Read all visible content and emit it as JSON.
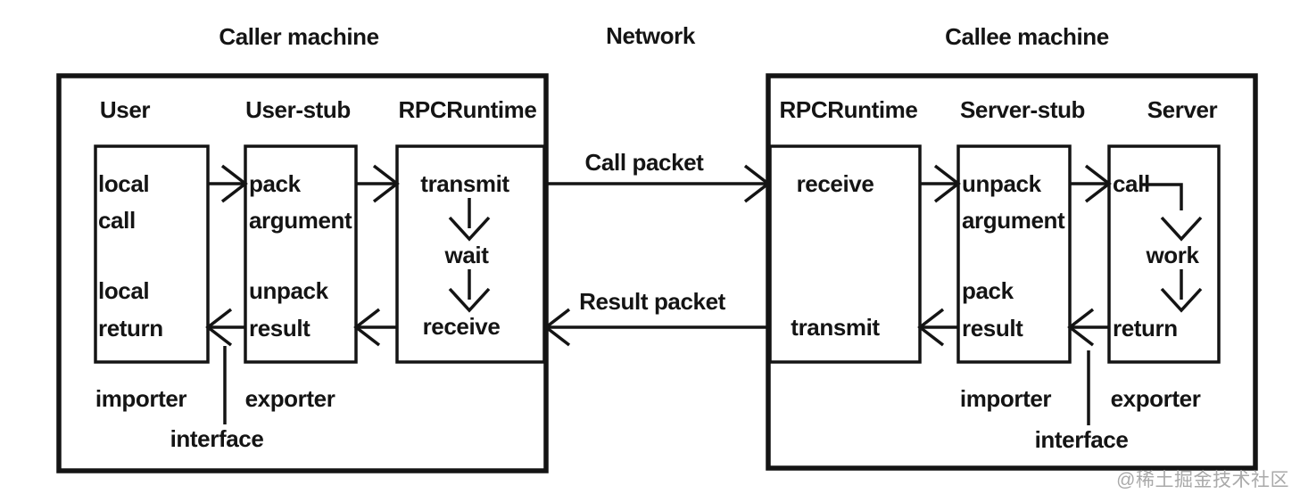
{
  "titles": {
    "caller_machine": "Caller machine",
    "network": "Network",
    "callee_machine": "Callee machine"
  },
  "caller": {
    "headers": {
      "user": "User",
      "user_stub": "User-stub",
      "rpc_runtime": "RPCRuntime"
    },
    "user_box": {
      "top_line1": "local",
      "top_line2": "call",
      "bottom_line1": "local",
      "bottom_line2": "return"
    },
    "user_stub_box": {
      "top_line1": "pack",
      "top_line2": "argument",
      "bottom_line1": "unpack",
      "bottom_line2": "result"
    },
    "rpc_box": {
      "step1": "transmit",
      "step2": "wait",
      "step3": "receive"
    },
    "labels": {
      "importer": "importer",
      "exporter": "exporter",
      "interface": "interface"
    }
  },
  "network": {
    "call_packet": "Call packet",
    "result_packet": "Result packet"
  },
  "callee": {
    "headers": {
      "rpc_runtime": "RPCRuntime",
      "server_stub": "Server-stub",
      "server": "Server"
    },
    "rpc_box": {
      "top": "receive",
      "bottom": "transmit"
    },
    "server_stub_box": {
      "top_line1": "unpack",
      "top_line2": "argument",
      "bottom_line1": "pack",
      "bottom_line2": "result"
    },
    "server_box": {
      "step1": "call",
      "step2": "work",
      "step3": "return"
    },
    "labels": {
      "importer": "importer",
      "exporter": "exporter",
      "interface": "interface"
    }
  },
  "watermark": {
    "text": "@稀土掘金技术社区"
  },
  "colors": {
    "ink": "#141414",
    "background": "#ffffff",
    "watermark": "#a9a9a9"
  }
}
